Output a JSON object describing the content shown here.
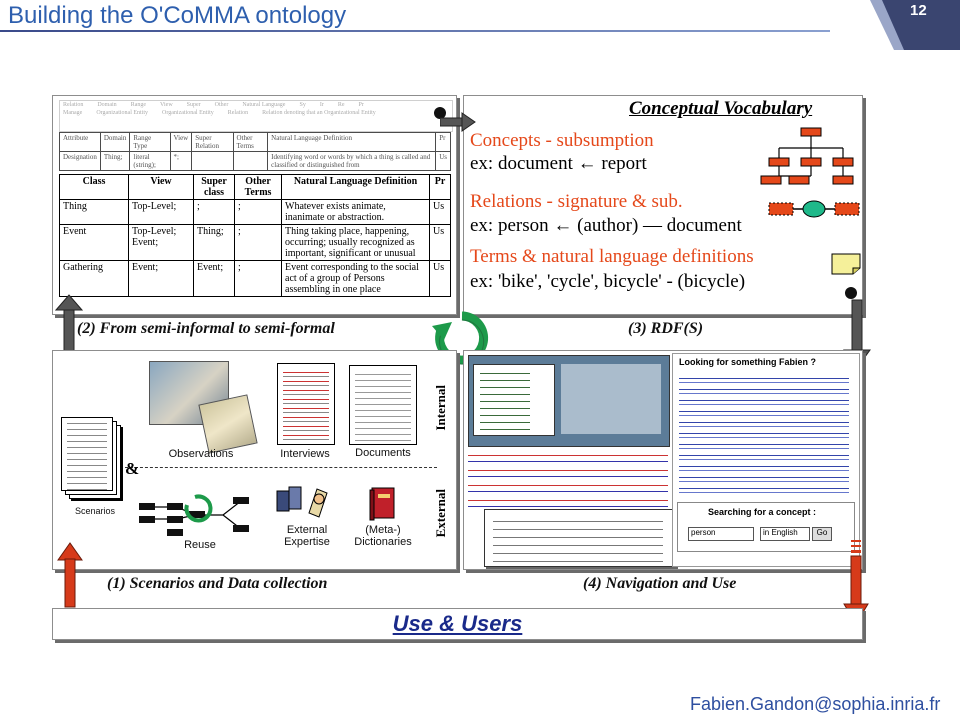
{
  "header": {
    "title": "Building the O'CoMMA ontology",
    "page_number": "12"
  },
  "vocab": {
    "title": "Conceptual Vocabulary",
    "concepts_head": "Concepts - subsumption",
    "concepts_ex": "ex: document ← report",
    "relations_head": "Relations - signature & sub.",
    "relations_ex": "ex: person ← (author) — document",
    "terms_head": "Terms & natural language definitions",
    "terms_ex": "ex: 'bike', 'cycle', bicycle' - (bicycle)"
  },
  "table": {
    "headers": [
      "Class",
      "View",
      "Super class",
      "Other Terms",
      "Natural Language Definition",
      "Pr"
    ],
    "rows": [
      [
        "Thing",
        "Top-Level;",
        ";",
        ";",
        "Whatever exists animate, inanimate or abstraction.",
        "Us"
      ],
      [
        "Event",
        "Top-Level; Event;",
        "Thing;",
        ";",
        "Thing taking place, happening, occurring; usually recognized as important, significant or unusual",
        "Us"
      ],
      [
        "Gathering",
        "Event;",
        "Event;",
        ";",
        "Event corresponding to the social act of a group of Persons assembling in one place",
        "Us"
      ]
    ],
    "small_headers": [
      "Attribute",
      "Domain",
      "Range Type",
      "View",
      "Super Relation",
      "Other Terms",
      "Natural Language Definition",
      "Pr"
    ],
    "small_row": [
      "Designation",
      "Thing;",
      "literal (string);",
      "*;",
      "",
      "",
      "Identifying word or words by which a thing is called and classified or distinguished from",
      "Us"
    ]
  },
  "steps": {
    "step2": "(2) From semi-informal to semi-formal",
    "step3": "(3) RDF(S)",
    "step1": "(1) Scenarios and Data collection",
    "step4": "(4) Navigation and Use",
    "use_users": "Use & Users"
  },
  "collection": {
    "observations": "Observations",
    "interviews": "Interviews",
    "documents": "Documents",
    "scenarios": "Scenarios",
    "reuse": "Reuse",
    "external_expertise": "External Expertise",
    "meta_dictionaries": "(Meta-) Dictionaries",
    "internal": "Internal",
    "external": "External",
    "ampersand": "&"
  },
  "navigation": {
    "looking_for": "Looking for something Fabien ?",
    "searching": "Searching for a concept :",
    "search_value": "person",
    "language": "in English",
    "go": "Go"
  },
  "footer": {
    "email": "Fabien.Gandon@sophia.inria.fr"
  },
  "colors": {
    "accent": "#e5481a",
    "title_blue": "#2e5fae",
    "arrow_red": "#d63a1a",
    "arrow_dark": "#333333"
  }
}
